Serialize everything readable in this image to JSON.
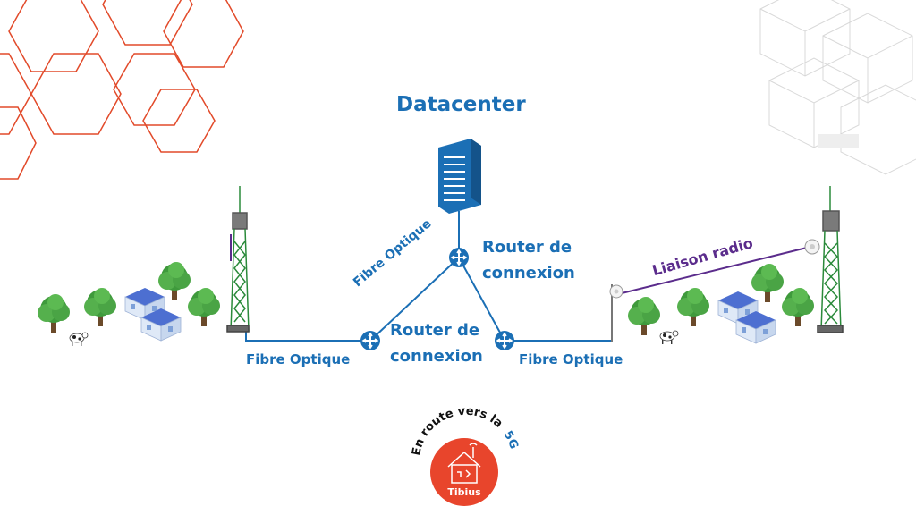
{
  "diagram": {
    "title": "Datacenter",
    "router_top": {
      "line1": "Router de",
      "line2": "connexion"
    },
    "router_center": {
      "line1": "Router de",
      "line2": "connexion"
    },
    "fibre_left": "Fibre Optique",
    "fibre_right": "Fibre Optique",
    "fibre_diagonal": "Fibre Optique",
    "radio_link": "Liaison radio"
  },
  "badge": {
    "arc_text": "En route vers la",
    "arc_highlight": "5G",
    "brand": "Tibius"
  },
  "colors": {
    "link_blue": "#1b6fb5",
    "radio_purple": "#5b2c8c",
    "hex_orange": "#e24a2a",
    "badge_red": "#e8452c",
    "tree_green": "#4aa24a"
  }
}
